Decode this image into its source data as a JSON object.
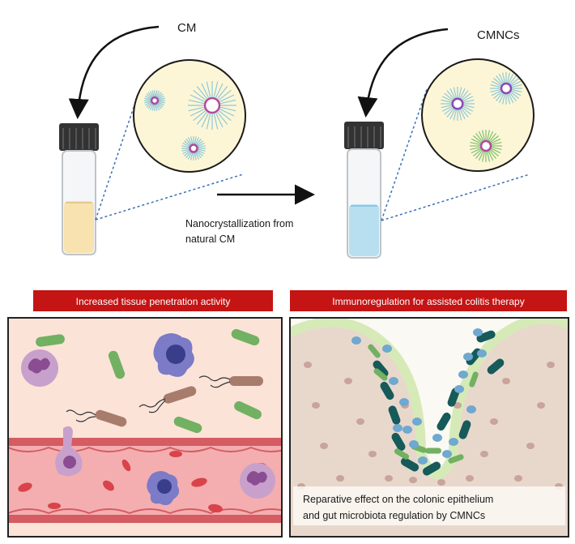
{
  "top": {
    "left_label": "CM",
    "right_label": "CMNCs",
    "process_line1": "Nanocrystallization from",
    "process_line2": "natural CM"
  },
  "banners": {
    "left": "Increased tissue penetration activity",
    "right": "Immunoregulation for assisted colitis therapy"
  },
  "right_panel": {
    "caption_line1": "Reparative effect on the colonic epithelium",
    "caption_line2": "and gut microbiota regulation by CMNCs"
  },
  "colors": {
    "banner": "#c41414",
    "left_panel_bg": "#fbe3d8",
    "vessel": "#e8868a",
    "cm_liquid": "#f7e2b0",
    "cmncs_liquid": "#b8dff0",
    "circle_fill": "#fdf6d6",
    "epithelium": "#e8d8cc",
    "mucus": "#d6eab8",
    "dark_bacteria": "#165a5a",
    "blue_particles": "#6fa8d0",
    "green_bacteria": "#72b062"
  }
}
